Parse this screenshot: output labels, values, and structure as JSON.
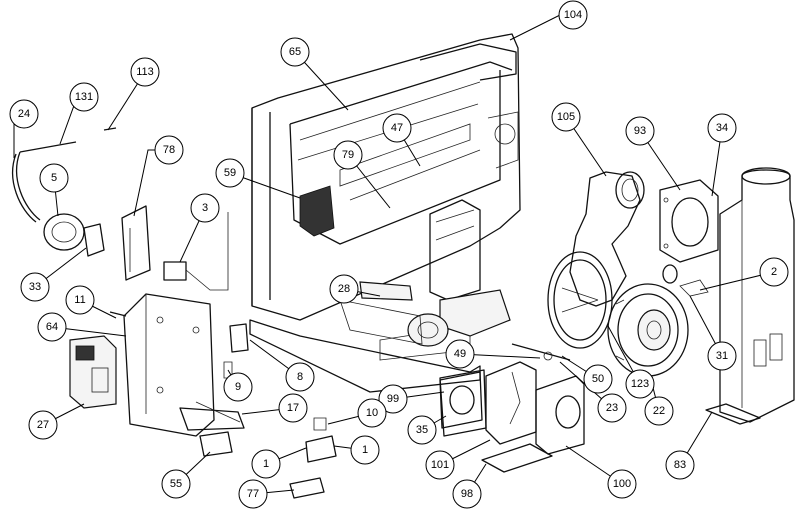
{
  "callouts": [
    {
      "id": "c104",
      "label": "104"
    },
    {
      "id": "c65",
      "label": "65"
    },
    {
      "id": "c113",
      "label": "113"
    },
    {
      "id": "c131",
      "label": "131"
    },
    {
      "id": "c24",
      "label": "24"
    },
    {
      "id": "c5",
      "label": "5"
    },
    {
      "id": "c78",
      "label": "78"
    },
    {
      "id": "c79",
      "label": "79"
    },
    {
      "id": "c47",
      "label": "47"
    },
    {
      "id": "c59",
      "label": "59"
    },
    {
      "id": "c105",
      "label": "105"
    },
    {
      "id": "c93",
      "label": "93"
    },
    {
      "id": "c34",
      "label": "34"
    },
    {
      "id": "c3",
      "label": "3"
    },
    {
      "id": "c33",
      "label": "33"
    },
    {
      "id": "c2",
      "label": "2"
    },
    {
      "id": "c28",
      "label": "28"
    },
    {
      "id": "c11",
      "label": "11"
    },
    {
      "id": "c64",
      "label": "64"
    },
    {
      "id": "c31",
      "label": "31"
    },
    {
      "id": "c49",
      "label": "49"
    },
    {
      "id": "c50",
      "label": "50"
    },
    {
      "id": "c8",
      "label": "8"
    },
    {
      "id": "c123",
      "label": "123"
    },
    {
      "id": "c9",
      "label": "9"
    },
    {
      "id": "c99",
      "label": "99"
    },
    {
      "id": "c23",
      "label": "23"
    },
    {
      "id": "c22",
      "label": "22"
    },
    {
      "id": "c17",
      "label": "17"
    },
    {
      "id": "c27",
      "label": "27"
    },
    {
      "id": "c10",
      "label": "10"
    },
    {
      "id": "c35",
      "label": "35"
    },
    {
      "id": "c1a",
      "label": "1"
    },
    {
      "id": "c1b",
      "label": "1"
    },
    {
      "id": "c101",
      "label": "101"
    },
    {
      "id": "c83",
      "label": "83"
    },
    {
      "id": "c55",
      "label": "55"
    },
    {
      "id": "c100",
      "label": "100"
    },
    {
      "id": "c77",
      "label": "77"
    },
    {
      "id": "c98",
      "label": "98"
    }
  ]
}
